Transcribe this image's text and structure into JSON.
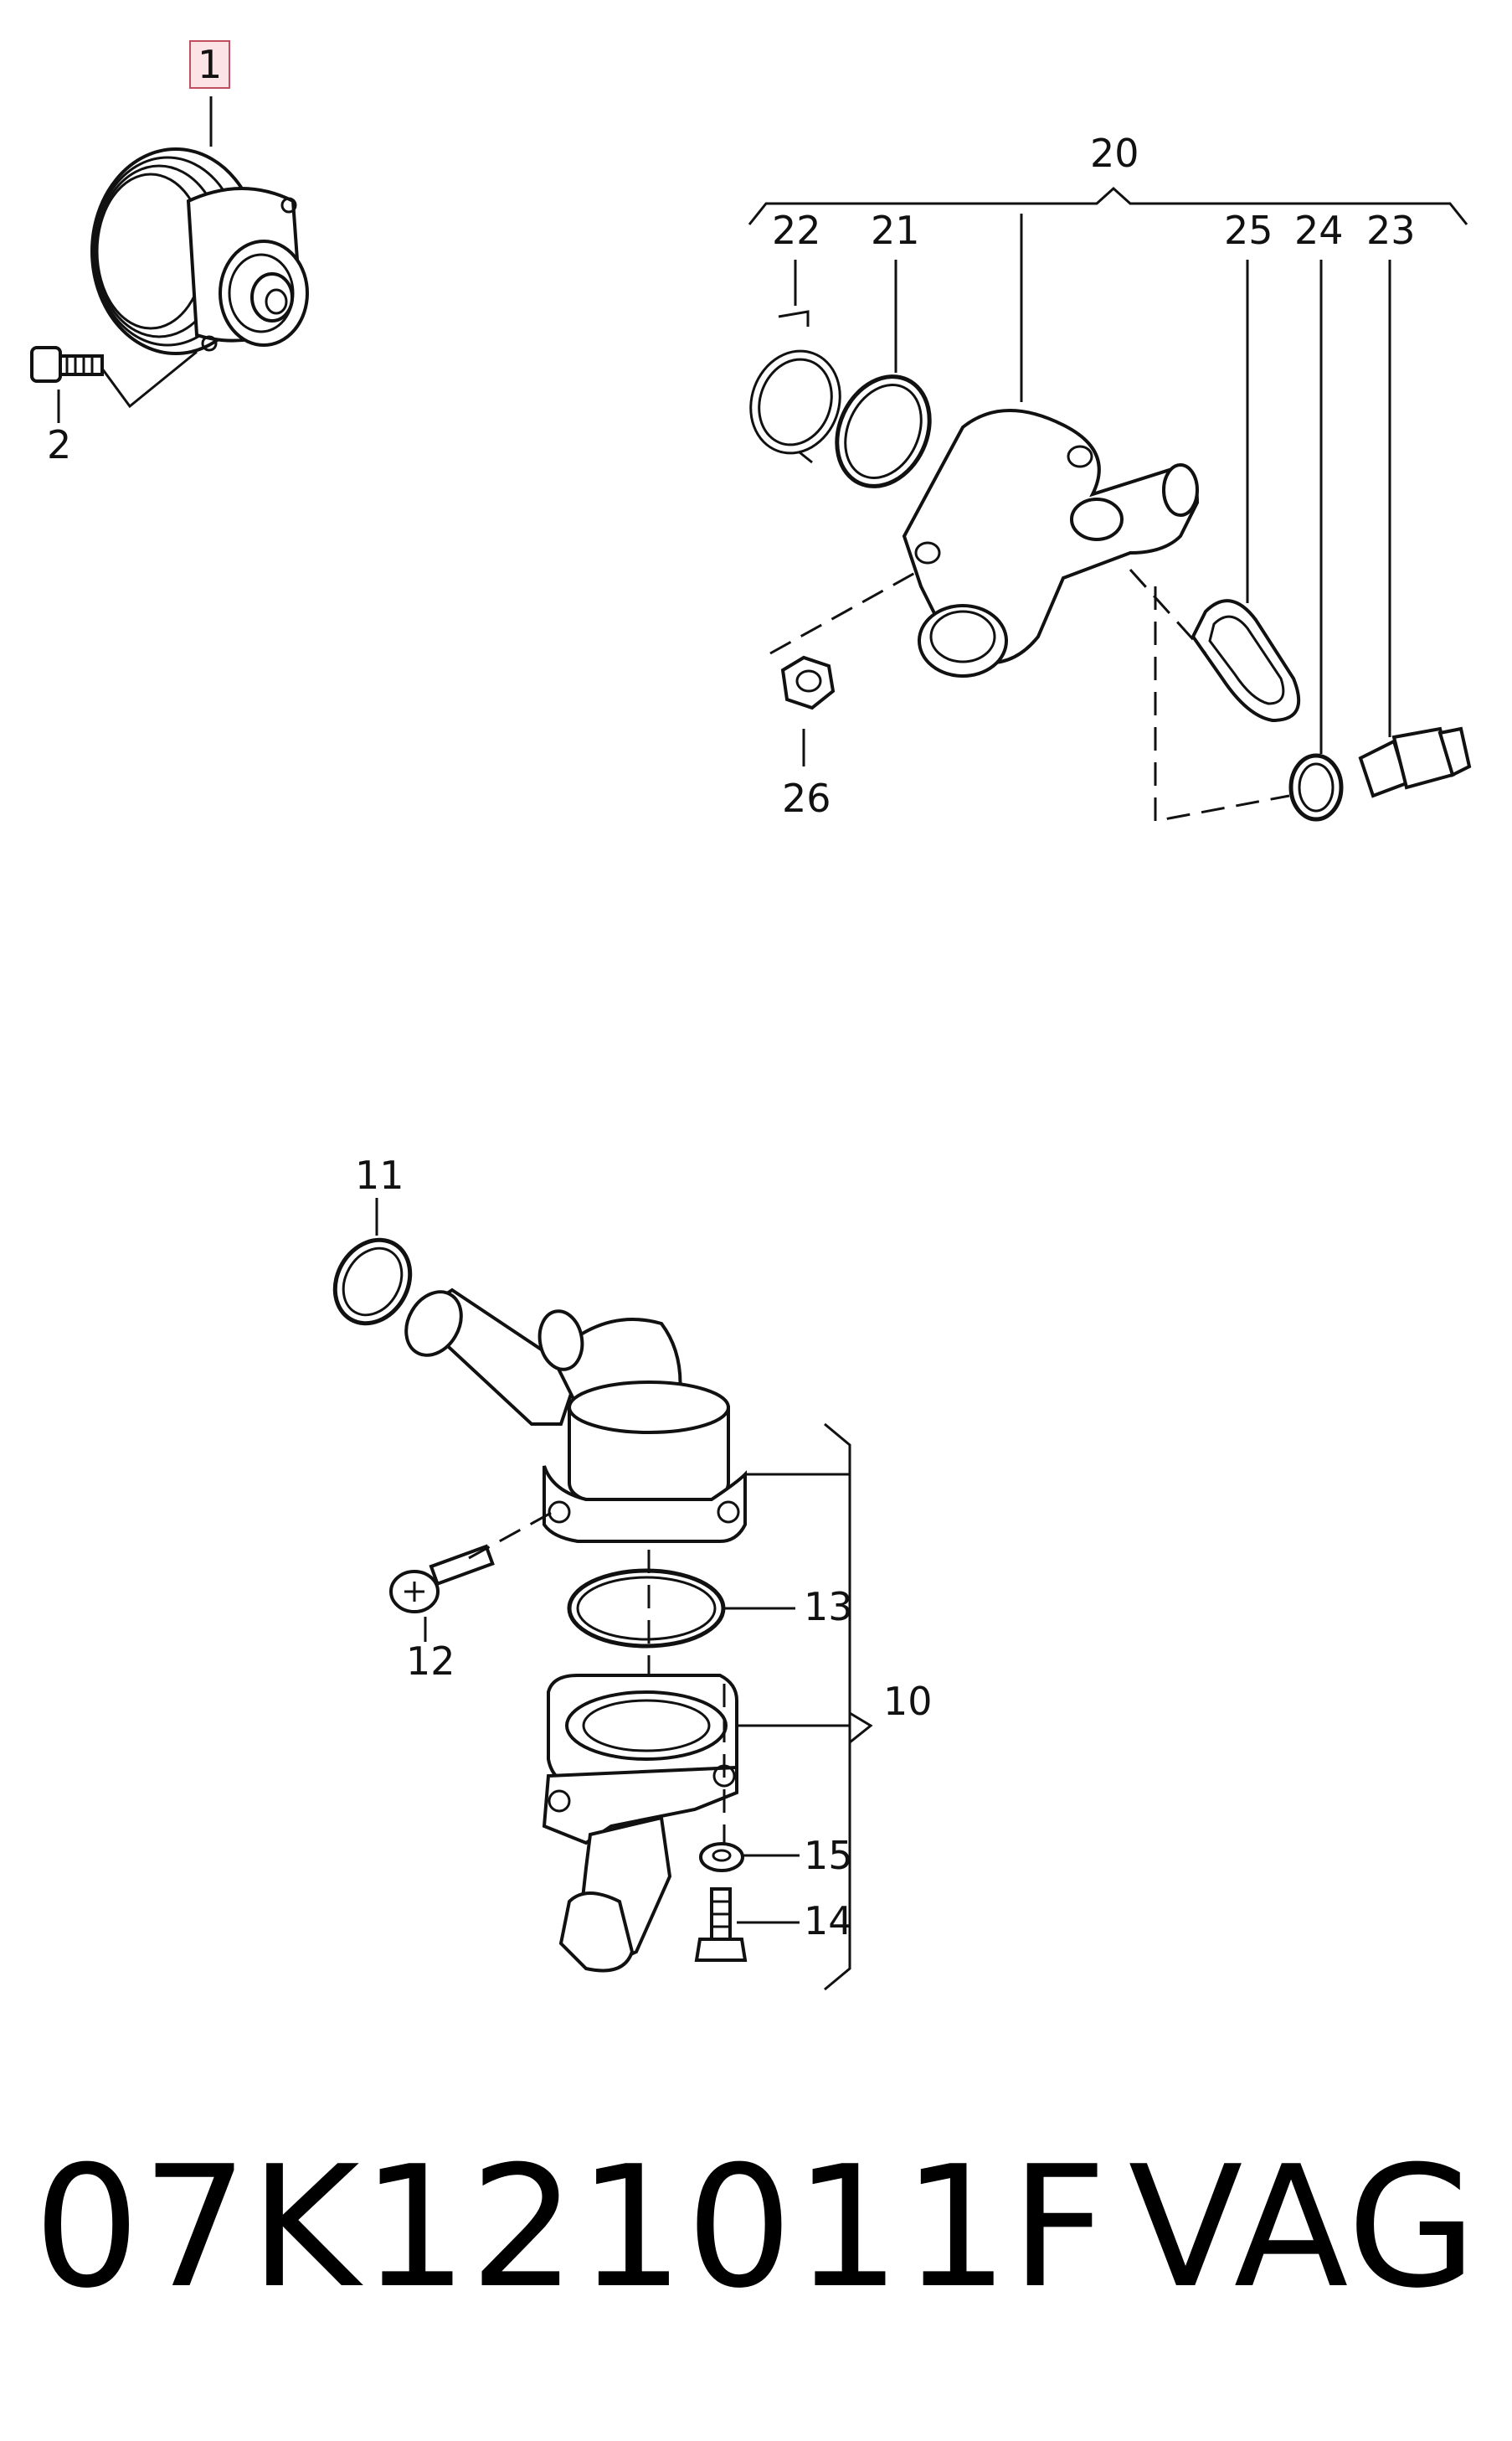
{
  "callouts": [
    {
      "id": "1",
      "label": "1",
      "highlighted": true
    },
    {
      "id": "2",
      "label": "2"
    },
    {
      "id": "20",
      "label": "20"
    },
    {
      "id": "21",
      "label": "21"
    },
    {
      "id": "22",
      "label": "22"
    },
    {
      "id": "23",
      "label": "23"
    },
    {
      "id": "24",
      "label": "24"
    },
    {
      "id": "25",
      "label": "25"
    },
    {
      "id": "26",
      "label": "26"
    },
    {
      "id": "10",
      "label": "10"
    },
    {
      "id": "11",
      "label": "11"
    },
    {
      "id": "12",
      "label": "12"
    },
    {
      "id": "13",
      "label": "13"
    },
    {
      "id": "14",
      "label": "14"
    },
    {
      "id": "15",
      "label": "15"
    }
  ],
  "footer": {
    "part_number": "07K121011F",
    "brand": "VAG"
  },
  "colors": {
    "line": "#111111",
    "highlight_fill": "#fbe3e6",
    "highlight_border": "#c0505f",
    "background": "#ffffff"
  }
}
